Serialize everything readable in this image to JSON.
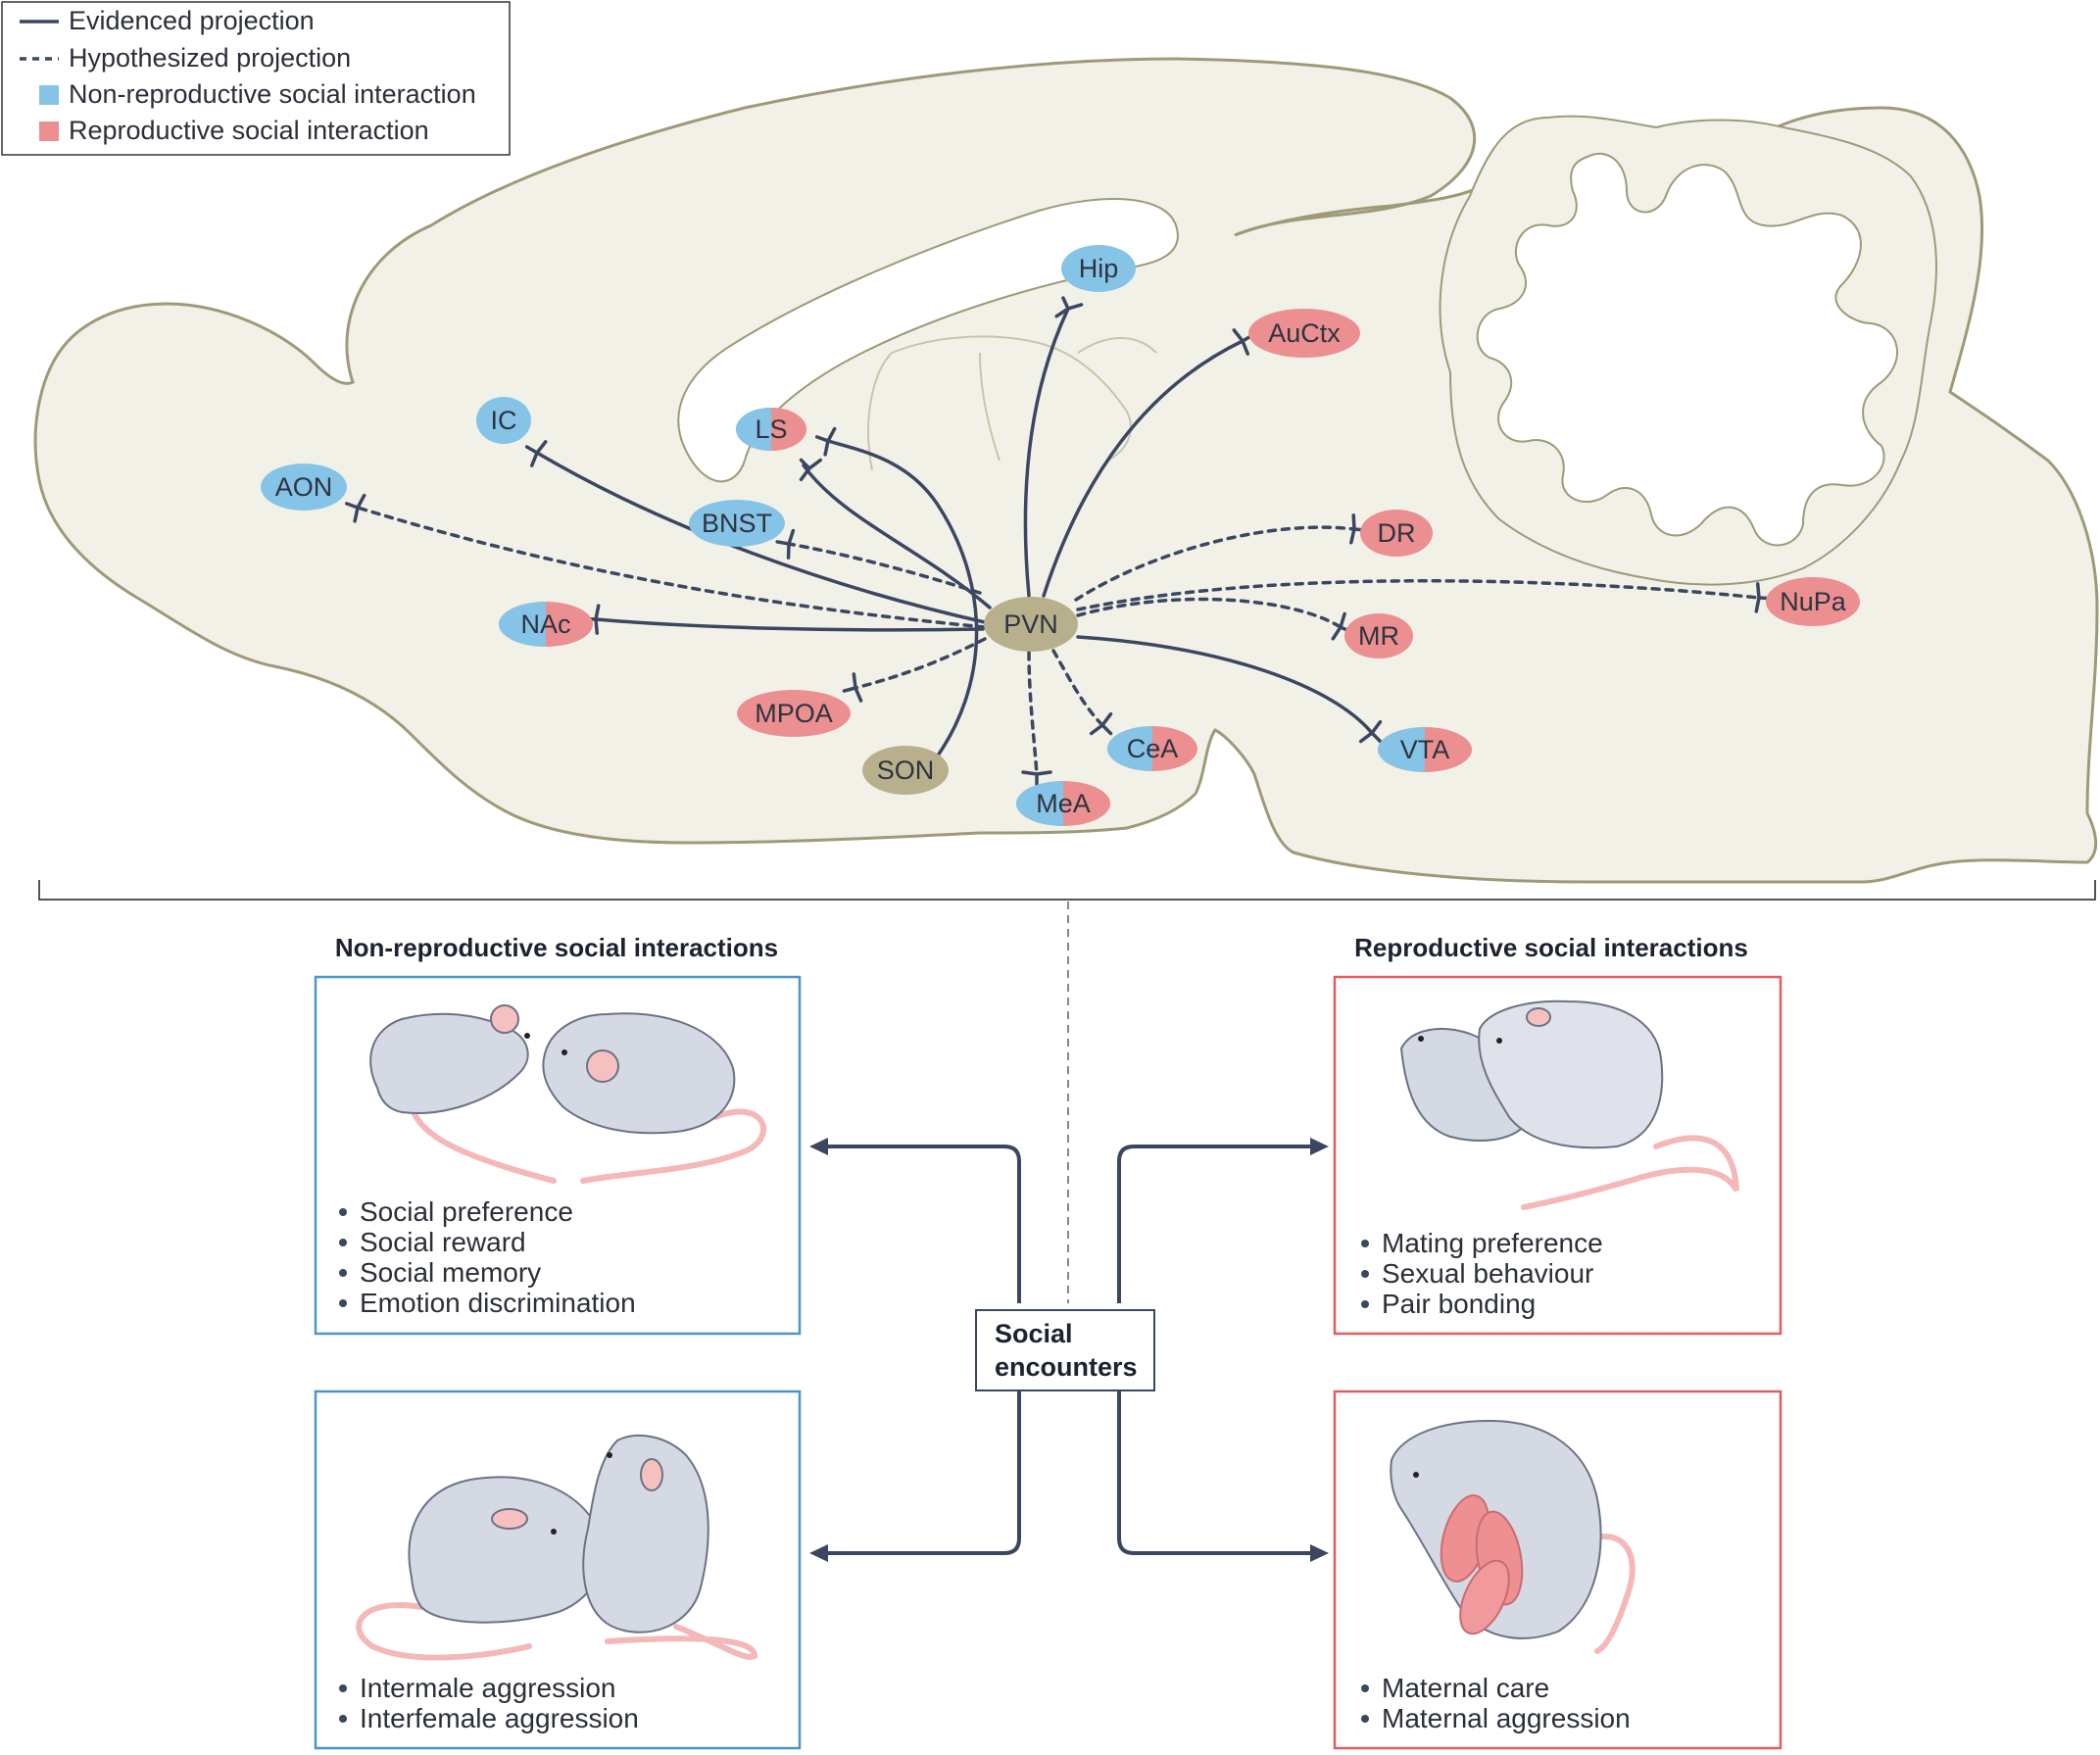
{
  "legend": {
    "evidenced": "Evidenced projection",
    "hypothesized": "Hypothesized projection",
    "non_reproductive": "Non-reproductive social interaction",
    "reproductive": "Reproductive social interaction"
  },
  "colors": {
    "non_reproductive": "#85c4e7",
    "reproductive": "#eb8f91",
    "hub": "#b8b08c",
    "brain_fill": "#f2f1e8",
    "brain_outline": "#9e9a78",
    "projection": "#3b4761",
    "blue_box": "#4b95c9",
    "red_box": "#de5f60"
  },
  "hub": "PVN",
  "regions": [
    {
      "id": "aon",
      "label": "AON",
      "type": "non"
    },
    {
      "id": "ic",
      "label": "IC",
      "type": "non"
    },
    {
      "id": "ls",
      "label": "LS",
      "type": "both"
    },
    {
      "id": "hip",
      "label": "Hip",
      "type": "non"
    },
    {
      "id": "auctx",
      "label": "AuCtx",
      "type": "rep"
    },
    {
      "id": "bnst",
      "label": "BNST",
      "type": "non"
    },
    {
      "id": "nac",
      "label": "NAc",
      "type": "both"
    },
    {
      "id": "dr",
      "label": "DR",
      "type": "rep"
    },
    {
      "id": "nupa",
      "label": "NuPa",
      "type": "rep"
    },
    {
      "id": "mr",
      "label": "MR",
      "type": "rep"
    },
    {
      "id": "mpoa",
      "label": "MPOA",
      "type": "rep"
    },
    {
      "id": "son",
      "label": "SON",
      "type": "hub"
    },
    {
      "id": "mea",
      "label": "MeA",
      "type": "both"
    },
    {
      "id": "cea",
      "label": "CeA",
      "type": "both"
    },
    {
      "id": "vta",
      "label": "VTA",
      "type": "both"
    }
  ],
  "panels": {
    "non_reproductive_heading": "Non-reproductive social interactions",
    "reproductive_heading": "Reproductive social interactions",
    "center_label_line1": "Social",
    "center_label_line2": "encounters",
    "box1_items": [
      "Social preference",
      "Social reward",
      "Social memory",
      "Emotion discrimination"
    ],
    "box2_items": [
      "Intermale aggression",
      "Interfemale aggression"
    ],
    "box3_items": [
      "Mating preference",
      "Sexual behaviour",
      "Pair bonding"
    ],
    "box4_items": [
      "Maternal care",
      "Maternal aggression"
    ]
  }
}
